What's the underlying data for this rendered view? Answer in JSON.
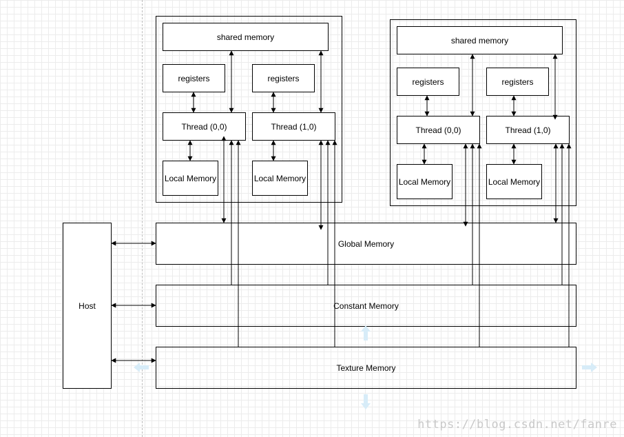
{
  "labels": {
    "shared_memory": "shared memory",
    "registers": "registers",
    "thread_0_0": "Thread (0,0)",
    "thread_1_0": "Thread (1,0)",
    "local_memory": "Local Memory",
    "global_memory": "Global Memory",
    "constant_memory": "Constant Memory",
    "texture_memory": "Texture Memory",
    "host": "Host"
  },
  "watermark": "https://blog.csdn.net/fanre",
  "colors": {
    "line": "#000000",
    "grid": "#ececec",
    "hint_arrow": "#d7ecf8",
    "watermark": "#c9c9c9"
  }
}
